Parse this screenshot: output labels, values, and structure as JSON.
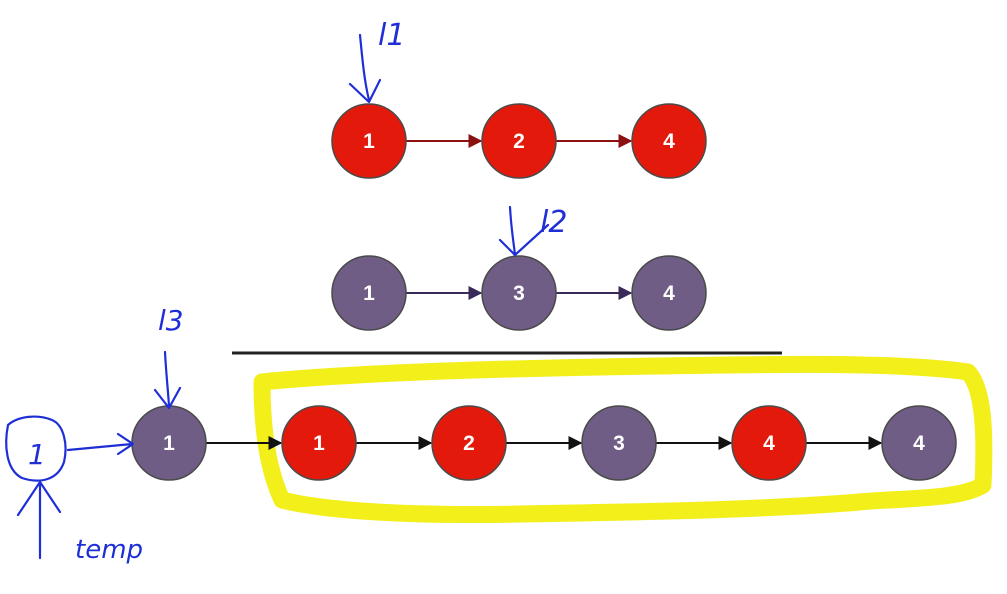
{
  "colors": {
    "red_node": "#e31a0b",
    "purple_node": "#6f5d86",
    "node_stroke": "#4a4a4a",
    "red_edge": "#8b1111",
    "purple_edge": "#3a2a5a",
    "merged_edge": "#111111",
    "ink": "#1f2fd6",
    "highlight": "#f2ef1a",
    "divider": "#222222"
  },
  "list1": {
    "handle": "l1",
    "nodes": [
      {
        "value": "1",
        "color": "red"
      },
      {
        "value": "2",
        "color": "red"
      },
      {
        "value": "4",
        "color": "red"
      }
    ]
  },
  "list2": {
    "handle": "l2",
    "nodes": [
      {
        "value": "1",
        "color": "purple"
      },
      {
        "value": "3",
        "color": "purple"
      },
      {
        "value": "4",
        "color": "purple"
      }
    ]
  },
  "merged": {
    "handle": "l3",
    "nodes": [
      {
        "value": "1",
        "color": "purple"
      },
      {
        "value": "1",
        "color": "red"
      },
      {
        "value": "2",
        "color": "red"
      },
      {
        "value": "3",
        "color": "purple"
      },
      {
        "value": "4",
        "color": "red"
      },
      {
        "value": "4",
        "color": "purple"
      }
    ]
  },
  "temp": {
    "value": "1",
    "label": "temp"
  }
}
